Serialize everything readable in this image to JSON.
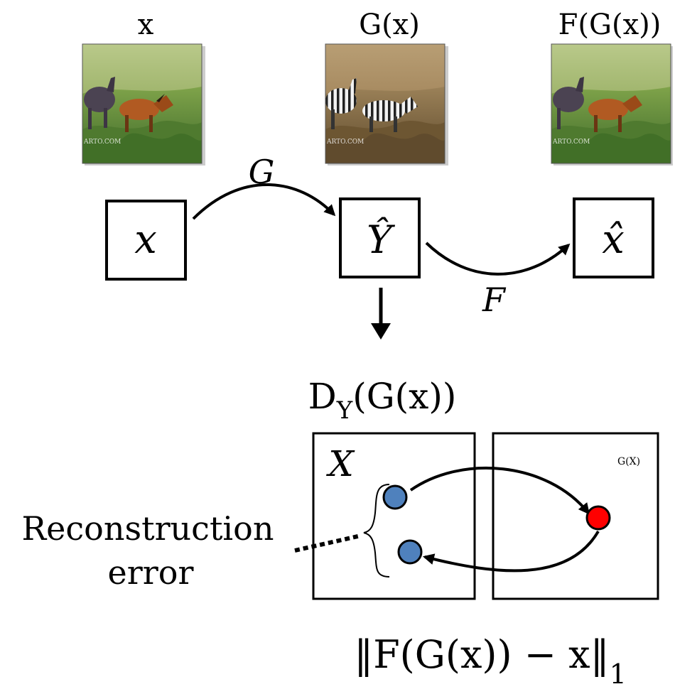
{
  "images": {
    "x": {
      "label": "x",
      "scene": "horses"
    },
    "gx": {
      "label": "G(x)",
      "scene": "zebras"
    },
    "fgx": {
      "label": "F(G(x))",
      "scene": "horses"
    },
    "watermark": "ARTO.COM"
  },
  "flow": {
    "node_x": "x",
    "node_yhat": "Ŷ",
    "node_xhat": "x̂",
    "arrow_g": "G",
    "arrow_f": "F"
  },
  "discriminator": {
    "base": "D",
    "sub": "Y",
    "arg": "(G(x))"
  },
  "domains": {
    "left_label": "X",
    "right_label": "G(X)"
  },
  "annotation": {
    "line1": "Reconstruction",
    "line2": "error"
  },
  "loss": {
    "norm_open": "‖",
    "expr": "F(G(x)) − x",
    "norm_close": "‖",
    "sub": "1"
  },
  "colors": {
    "blue_point": "#4f81bd",
    "red_point": "#ff0000",
    "stroke": "#000000"
  }
}
